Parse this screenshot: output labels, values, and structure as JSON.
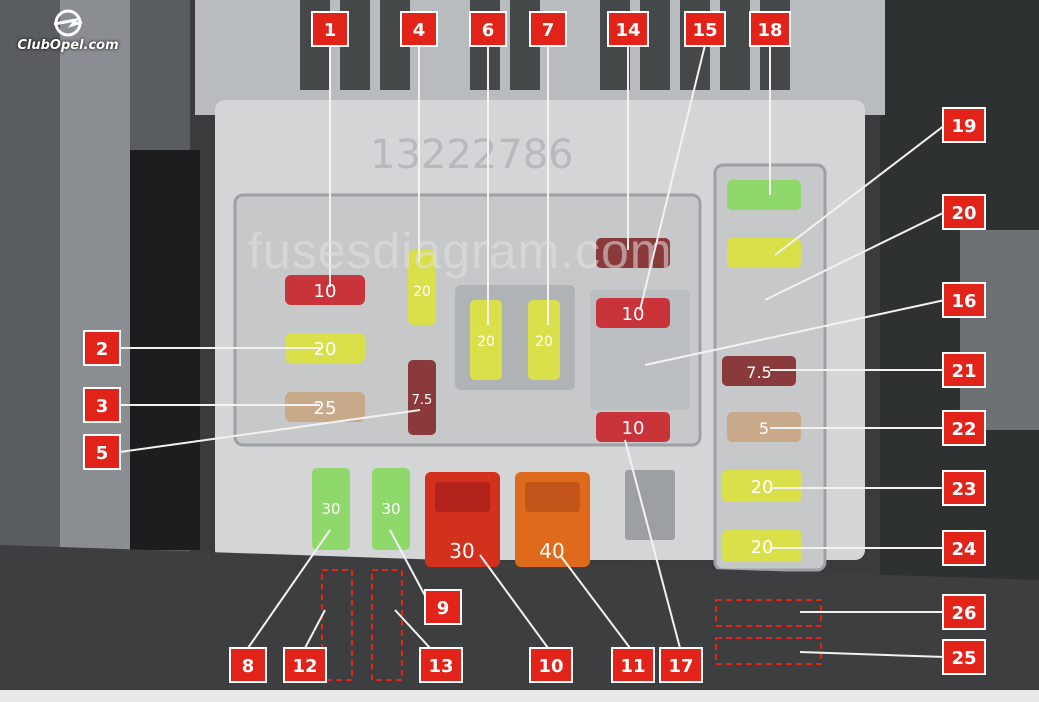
{
  "watermark": "fusesdiagram.com",
  "logo": {
    "text": "ClubOpel.com"
  },
  "housing_part_number": "13222786",
  "colors": {
    "label_red": "#e2231a",
    "leader_line": "#f2f2f2",
    "fuse_green": "#8fd96c",
    "fuse_yellow": "#d9e04a",
    "fuse_red": "#c9343a",
    "fuse_tan": "#c8a98a",
    "fuse_brown": "#8a3a3a",
    "maxi_red": "#d4301e",
    "maxi_orange": "#e06a1c",
    "housing": "#d3d5d7",
    "dash_outline": "#e2231a"
  },
  "fuses": [
    {
      "label": "1",
      "rating": "10",
      "color": "red"
    },
    {
      "label": "2",
      "rating": "20",
      "color": "yellow"
    },
    {
      "label": "3",
      "rating": "25",
      "color": "tan"
    },
    {
      "label": "4",
      "rating": "20",
      "color": "yellow"
    },
    {
      "label": "5",
      "rating": "7.5",
      "color": "brown"
    },
    {
      "label": "6",
      "rating": "20",
      "color": "yellow"
    },
    {
      "label": "7",
      "rating": "20",
      "color": "yellow"
    },
    {
      "label": "8",
      "rating": "30",
      "color": "green"
    },
    {
      "label": "9",
      "rating": "30",
      "color": "green"
    },
    {
      "label": "10",
      "rating": "30",
      "color": "red",
      "type": "maxi"
    },
    {
      "label": "11",
      "rating": "40",
      "color": "orange",
      "type": "maxi"
    },
    {
      "label": "12",
      "rating": "",
      "color": "empty"
    },
    {
      "label": "13",
      "rating": "",
      "color": "empty"
    },
    {
      "label": "14",
      "rating": "",
      "color": "brown"
    },
    {
      "label": "15",
      "rating": "10",
      "color": "red"
    },
    {
      "label": "16",
      "rating": "",
      "color": "empty"
    },
    {
      "label": "17",
      "rating": "10",
      "color": "red"
    },
    {
      "label": "18",
      "rating": "",
      "color": "green"
    },
    {
      "label": "19",
      "rating": "",
      "color": "yellow"
    },
    {
      "label": "20",
      "rating": "",
      "color": "empty"
    },
    {
      "label": "21",
      "rating": "7.5",
      "color": "brown"
    },
    {
      "label": "22",
      "rating": "5",
      "color": "tan"
    },
    {
      "label": "23",
      "rating": "20",
      "color": "yellow"
    },
    {
      "label": "24",
      "rating": "20",
      "color": "yellow"
    },
    {
      "label": "25",
      "rating": "",
      "color": "empty"
    },
    {
      "label": "26",
      "rating": "",
      "color": "empty"
    }
  ]
}
